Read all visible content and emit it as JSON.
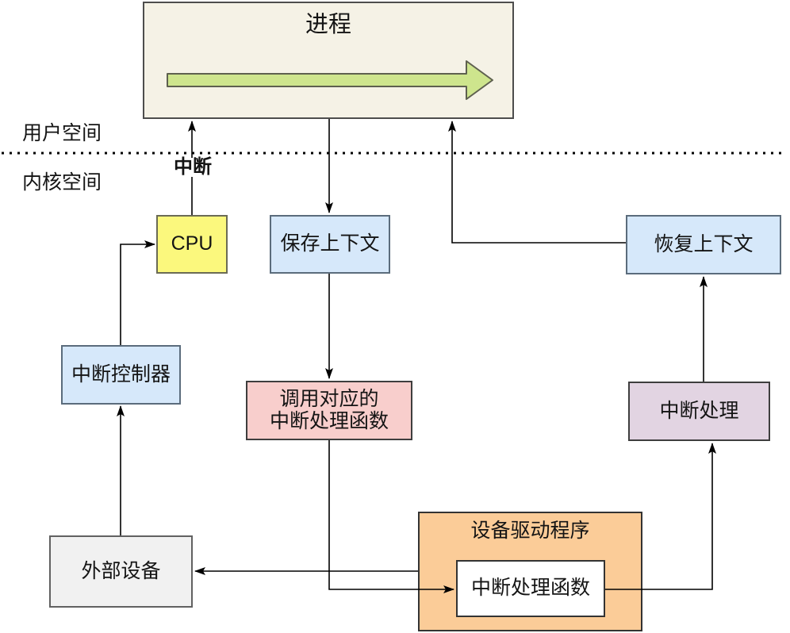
{
  "regions": {
    "user_space": "用户空间",
    "kernel_space": "内核空间"
  },
  "edge_labels": {
    "interrupt": "中断"
  },
  "nodes": {
    "process": "进程",
    "cpu": "CPU",
    "save_context": "保存上下文",
    "restore_context": "恢复上下文",
    "interrupt_controller": "中断控制器",
    "call_handler": "调用对应的\n中断处理函数",
    "interrupt_handling": "中断处理",
    "external_device": "外部设备",
    "device_driver": "设备驱动程序",
    "interrupt_handler_fn": "中断处理函数"
  },
  "colors": {
    "process_fill": "#F5F2E6",
    "flow_arrow_fill": "#CEE58D",
    "flow_arrow_stroke": "#5E604F",
    "cpu_fill": "#FBF87D",
    "blue_fill": "#D6E8FA",
    "blue_stroke": "#5B6C7C",
    "pink_fill": "#F8CECC",
    "purple_fill": "#E2D4E2",
    "orange_fill": "#FBCC98",
    "gray_fill": "#F1F1F1",
    "white_fill": "#FFFFFF",
    "edge_stroke": "#000000"
  }
}
